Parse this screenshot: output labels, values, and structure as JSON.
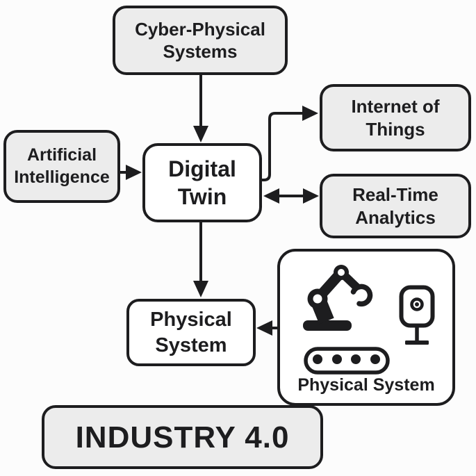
{
  "diagram": {
    "title": "INDUSTRY 4.0",
    "nodes": {
      "cps": {
        "label": "Cyber-Physical Systems",
        "fill": "gray"
      },
      "ai": {
        "label": "Artificial Intelligence",
        "fill": "gray"
      },
      "dt": {
        "label": "Digital Twin",
        "fill": "white"
      },
      "iot": {
        "label": "Internet of Things",
        "fill": "gray"
      },
      "rta": {
        "label": "Real-Time Analytics",
        "fill": "gray"
      },
      "ps": {
        "label": "Physical System",
        "fill": "white"
      },
      "ps_detail": {
        "label": "Physical System",
        "fill": "white",
        "icons": [
          "robot-arm-icon",
          "camera-sensor-icon",
          "conveyor-belt-icon"
        ]
      }
    },
    "edges": [
      {
        "from": "cps",
        "to": "dt",
        "type": "arrow",
        "direction": "down"
      },
      {
        "from": "ai",
        "to": "dt",
        "type": "arrow",
        "direction": "right"
      },
      {
        "from": "dt",
        "to": "iot",
        "type": "elbow-arrow",
        "direction": "up-right"
      },
      {
        "from": "dt",
        "to": "rta",
        "type": "double-arrow",
        "direction": "horizontal"
      },
      {
        "from": "dt",
        "to": "ps",
        "type": "arrow",
        "direction": "down"
      },
      {
        "from": "ps_detail",
        "to": "ps",
        "type": "arrow",
        "direction": "left"
      }
    ],
    "colors": {
      "background": "#fcfcfc",
      "node_fill_gray": "#ececec",
      "node_fill_white": "#ffffff",
      "stroke": "#1d1d1f",
      "text": "#1d1d1f"
    }
  }
}
